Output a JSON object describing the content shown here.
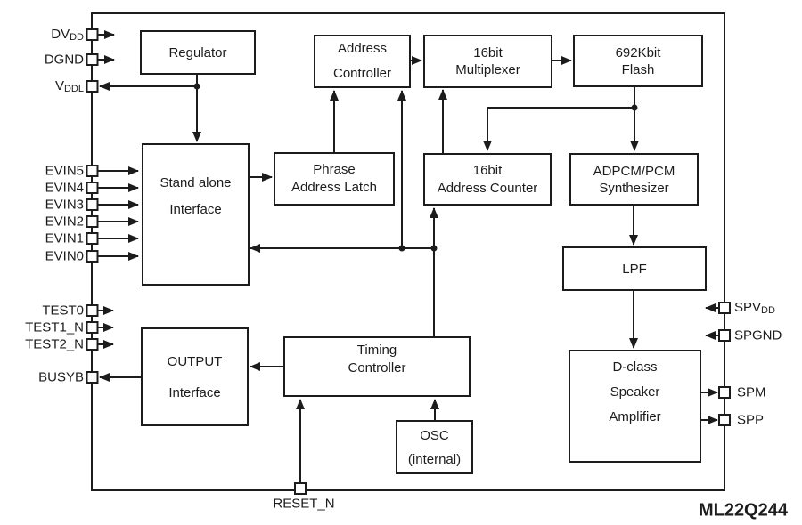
{
  "chip_label": "ML22Q244",
  "blocks": {
    "regulator": {
      "lines": [
        "Regulator"
      ]
    },
    "address_controller": {
      "lines": [
        "Address",
        "Controller"
      ]
    },
    "multiplexer": {
      "lines": [
        "16bit",
        "Multiplexer"
      ]
    },
    "flash": {
      "lines": [
        "692Kbit",
        "Flash"
      ]
    },
    "stand_alone": {
      "lines": [
        "Stand alone",
        "Interface"
      ]
    },
    "phrase_latch": {
      "lines": [
        "Phrase",
        "Address Latch"
      ]
    },
    "address_counter": {
      "lines": [
        "16bit",
        "Address Counter"
      ]
    },
    "synthesizer": {
      "lines": [
        "ADPCM/PCM",
        "Synthesizer"
      ]
    },
    "lpf": {
      "lines": [
        "LPF"
      ]
    },
    "output_interface": {
      "lines": [
        "OUTPUT",
        "Interface"
      ]
    },
    "timing_controller": {
      "lines": [
        "Timing",
        "Controller"
      ]
    },
    "osc": {
      "lines": [
        "OSC",
        "(internal)"
      ]
    },
    "d_class_amp": {
      "lines": [
        "D-class",
        "Speaker",
        "Amplifier"
      ]
    }
  },
  "pins": {
    "dvdd": {
      "main": "DV",
      "sub": "DD"
    },
    "dgnd": {
      "label": "DGND"
    },
    "vddl": {
      "main": "V",
      "sub": "DDL"
    },
    "evin": {
      "labels": [
        "EVIN5",
        "EVIN4",
        "EVIN3",
        "EVIN2",
        "EVIN1",
        "EVIN0"
      ]
    },
    "test0": {
      "label": "TEST0"
    },
    "test1n": {
      "label": "TEST1_N"
    },
    "test2n": {
      "label": "TEST2_N"
    },
    "busyb": {
      "label": "BUSYB"
    },
    "resetn": {
      "label": "RESET_N"
    },
    "spvdd": {
      "main": "SPV",
      "sub": "DD"
    },
    "spgnd": {
      "label": "SPGND"
    },
    "spm": {
      "label": "SPM"
    },
    "spp": {
      "label": "SPP"
    }
  },
  "colors": {
    "line": "#1c1c1c",
    "background": "#ffffff"
  }
}
